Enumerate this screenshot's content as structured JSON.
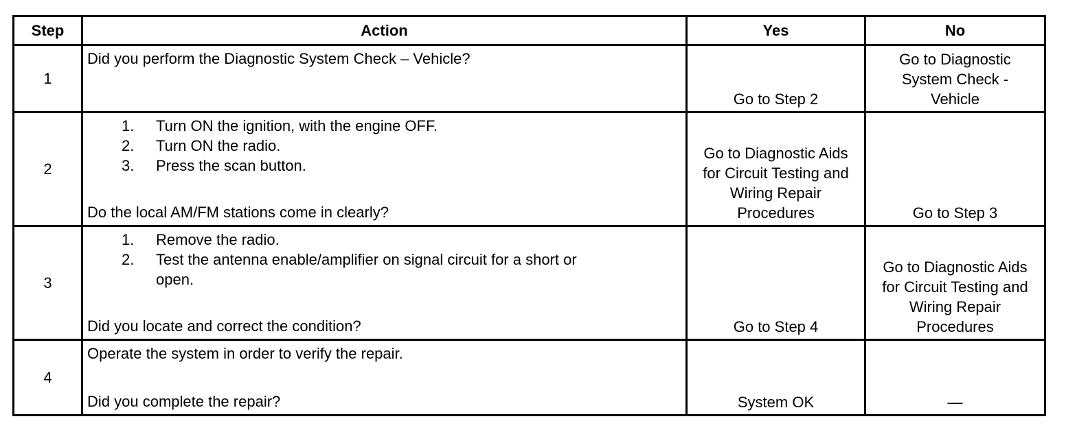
{
  "headers": {
    "step": "Step",
    "action": "Action",
    "yes": "Yes",
    "no": "No"
  },
  "rows": [
    {
      "step": "1",
      "intro": "Did you perform the Diagnostic System Check – Vehicle?",
      "items": [],
      "question": "",
      "yes": "Go to Step 2",
      "no": [
        "Go to Diagnostic",
        "System Check -",
        "Vehicle"
      ]
    },
    {
      "step": "2",
      "intro": "",
      "items": [
        {
          "num": "1.",
          "text": "Turn ON the ignition, with the engine OFF."
        },
        {
          "num": "2.",
          "text": "Turn ON the radio."
        },
        {
          "num": "3.",
          "text": "Press the scan button."
        }
      ],
      "question": "Do the local AM/FM stations come in clearly?",
      "yes": [
        "Go to Diagnostic Aids",
        "for Circuit Testing and",
        "Wiring Repair",
        "Procedures"
      ],
      "no": "Go to Step 3"
    },
    {
      "step": "3",
      "intro": "",
      "items": [
        {
          "num": "1.",
          "text": "Remove the radio."
        },
        {
          "num": "2.",
          "text": "Test the antenna enable/amplifier on signal circuit for a short or",
          "text2": "open."
        }
      ],
      "question": "Did you locate and correct the condition?",
      "yes": "Go to Step 4",
      "no": [
        "Go to Diagnostic Aids",
        "for Circuit Testing and",
        "Wiring Repair",
        "Procedures"
      ]
    },
    {
      "step": "4",
      "intro": "Operate the system in order to verify the repair.",
      "items": [],
      "question": "Did you complete the repair?",
      "yes": "System OK",
      "no": "—"
    }
  ]
}
